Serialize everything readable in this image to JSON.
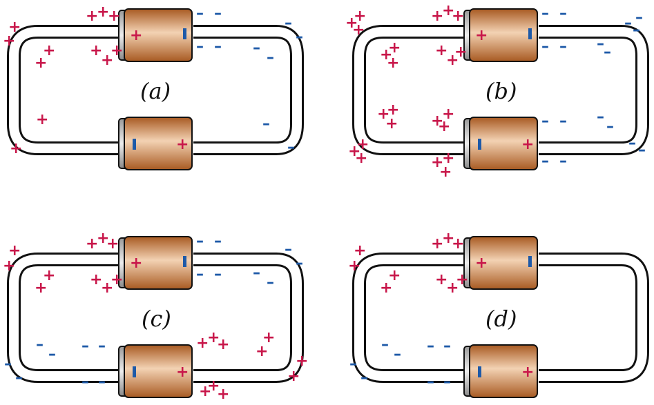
{
  "colors": {
    "wire_stroke": "#111111",
    "battery_body_dark": "#a85a22",
    "battery_body_light": "#f3d2b3",
    "battery_cap": "#c9c9c9",
    "positive_charge": "#c8174a",
    "negative_charge": "#1e5aa8"
  },
  "symbols": {
    "plus": "+",
    "minus": "–"
  },
  "panels": [
    {
      "id": "a",
      "label": "(a)"
    },
    {
      "id": "b",
      "label": "(b)"
    },
    {
      "id": "c",
      "label": "(c)"
    },
    {
      "id": "d",
      "label": "(d)"
    }
  ]
}
